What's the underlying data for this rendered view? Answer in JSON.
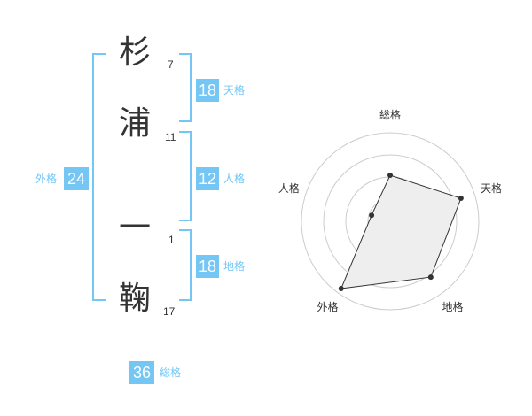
{
  "name": {
    "chars": [
      {
        "char": "杉",
        "strokes": "7"
      },
      {
        "char": "浦",
        "strokes": "11"
      },
      {
        "char": "一",
        "strokes": "1"
      },
      {
        "char": "鞠",
        "strokes": "17"
      }
    ]
  },
  "kaku": {
    "tenkaku": {
      "value": "18",
      "label": "天格"
    },
    "jinkaku": {
      "value": "12",
      "label": "人格"
    },
    "chikaku": {
      "value": "18",
      "label": "地格"
    },
    "gaikaku": {
      "value": "24",
      "label": "外格"
    },
    "soukaku": {
      "value": "36",
      "label": "総格"
    }
  },
  "colors": {
    "accent": "#74c6f5",
    "text": "#333333",
    "radar_fill": "#eeeeee"
  },
  "chart_data": {
    "type": "radar",
    "categories": [
      "総格",
      "天格",
      "地格",
      "外格",
      "人格"
    ],
    "values": [
      0.52,
      0.84,
      0.78,
      0.94,
      0.22
    ],
    "ylim": [
      0,
      1
    ],
    "rings": 4,
    "grid": true
  }
}
